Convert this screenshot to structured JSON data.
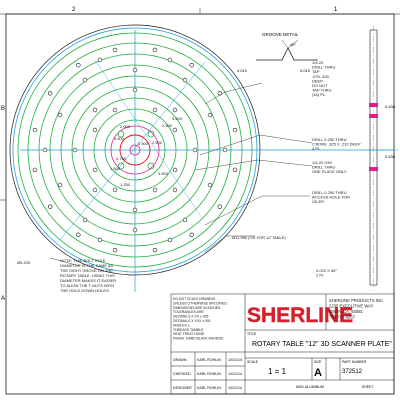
{
  "zones": {
    "top": [
      "2",
      "1"
    ],
    "left": [
      "B",
      "A"
    ]
  },
  "groove": {
    "title": "GROOVE DETAIL",
    "angle": "45°",
    "dims": [
      "0.010",
      "0.015"
    ]
  },
  "callouts": [
    "1/4-20\nDRILL THRU\nTAP\n.075-.400\nDEEP\nDO NOT\nTAP THRU\n(16) PL",
    "DRILL 0.250 THRU\nC'BORE .325 X .210 DEEP\n4 PL",
    "1/4-20 GHI\nDRILL THRU\nONE PLACE ONLY",
    "DRILL 0.250 THRU\nACCESS HOLE FOR\nOILER",
    "Ø11.950 (OD FOR 12\"TABLE)",
    "0.020 X 45°\n2 PL",
    "NOTE: THIS BOLT HOLE\nDIAMETER IS THE SAME AS\nTHE SIGHT GROVE ON THE\nROTARY TABLE. USING THIS\nDIAMETER MAKES IT EASIER\nTO ALIGN THE T-NUTS WITH\nTHE HOLD DOWN HOLES."
  ],
  "dims": {
    "d1": "2.500",
    "d2": "3.500",
    "d3": "2.000",
    "d4": "2.500",
    "d5": "3.500",
    "d6": "1.250",
    "d7": "0.750",
    "d8": "1.500",
    "d9": "0.500",
    "d10": "4.500",
    "bolt": "Ø5.200",
    "side1": "0.438",
    "side2": "0.438"
  },
  "title_block": {
    "notes": "DO NOT SCALE DRAWING\nUNLESS OTHERWISE SPECIFIED:\nDIMENSIONS ARE IN INCHES\nTOLERANCES ARE:\nDECIMALS X.XX ±.005\nDECIMALS X.XXX ±.001\nANGLES ±\nTHREADS TAMBLE\nHEAT TREAT NONE\nFINISH: HARD BLACK ANODIZE",
    "rows": [
      {
        "label": "DRAWN",
        "name": "KARL ROHLIN",
        "date": "10/21/14"
      },
      {
        "label": "CHECKED",
        "name": "KARL ROHLIN",
        "date": "10/21/14"
      },
      {
        "label": "DESIGNER",
        "name": "KARL ROHLIN",
        "date": "10/21/14"
      }
    ],
    "company_logo": "SHERLINE",
    "company_info": "SHERLINE PRODUCTS INC.\n2235 EXECUTIVE WAY\nVISTA, CA. 92081\n760-727-5857",
    "title_label": "TITLE",
    "title": "ROTARY TABLE \"12\" 3D SCANNER PLATE\"",
    "scale_label": "SCALE",
    "scale": "1 = 1",
    "size_label": "SIZE",
    "size": "A",
    "part_label": "PART NUMBER",
    "part": "372512",
    "material": "6061 ALUMINUM",
    "sheet_label": "SHEET"
  },
  "colors": {
    "line": "#1a1a1a",
    "green": "#1fae3a",
    "cyan": "#1aa0e0",
    "magenta": "#e0208a",
    "red": "#e01515",
    "logo": "#d4202a"
  }
}
